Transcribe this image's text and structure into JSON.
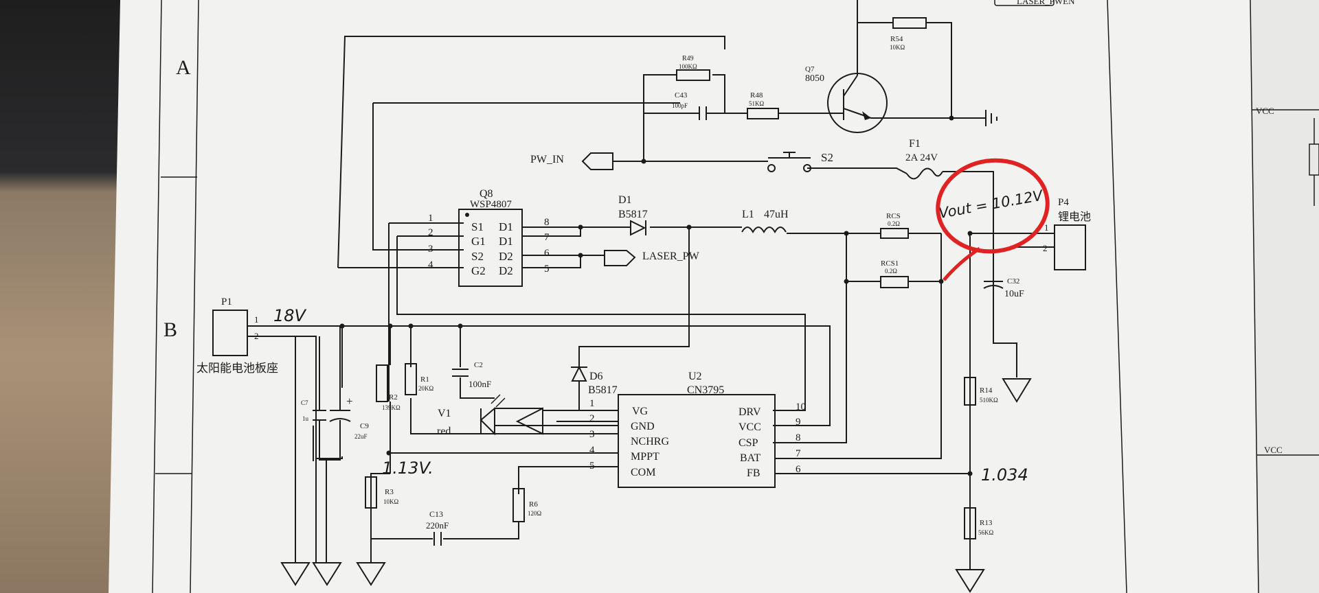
{
  "border": {
    "row_a": "A",
    "row_b": "B"
  },
  "header": {
    "fragment": "LASER_PWEN"
  },
  "right_panel": {
    "vcc_top": "VCC",
    "vcc_bottom": "VCC"
  },
  "components": {
    "q8": {
      "ref": "Q8",
      "part": "WSP4807",
      "pins_left": [
        "1",
        "2",
        "3",
        "4"
      ],
      "pins_right": [
        "8",
        "7",
        "6",
        "5"
      ],
      "labels_left": [
        "S1",
        "G1",
        "S2",
        "G2"
      ],
      "labels_right": [
        "D1",
        "D1",
        "D2",
        "D2"
      ]
    },
    "d1": {
      "ref": "D1",
      "part": "B5817"
    },
    "l1": {
      "ref": "L1",
      "value": "47uH"
    },
    "rcs": {
      "ref": "RCS",
      "value": "0.2Ω"
    },
    "rcs1": {
      "ref": "RCS1",
      "value": "0.2Ω"
    },
    "f1": {
      "ref": "F1",
      "value": "2A 24V"
    },
    "s2": {
      "ref": "S2"
    },
    "p4": {
      "ref": "P4",
      "name": "锂电池",
      "pin1": "1",
      "pin2": "2"
    },
    "c32": {
      "ref": "C32",
      "value": "10uF"
    },
    "r14": {
      "ref": "R14",
      "value": "510KΩ"
    },
    "r13": {
      "ref": "R13",
      "value": "56KΩ"
    },
    "r49": {
      "ref": "R49",
      "value": "100KΩ"
    },
    "c43": {
      "ref": "C43",
      "value": "100pF"
    },
    "r48": {
      "ref": "R48",
      "value": "51KΩ"
    },
    "q7": {
      "ref": "Q7",
      "part": "8050"
    },
    "r54": {
      "ref": "R54",
      "value": "10KΩ"
    },
    "p1": {
      "ref": "P1",
      "name": "太阳能电池板座",
      "pin1": "1",
      "pin2": "2"
    },
    "c7": {
      "ref": "C7",
      "value": "1u"
    },
    "c9": {
      "ref": "C9",
      "value": "22uF",
      "polarity": "+"
    },
    "r2": {
      "ref": "R2",
      "value": "139KΩ"
    },
    "r1": {
      "ref": "R1",
      "value": "20KΩ"
    },
    "c2": {
      "ref": "C2",
      "value": "100nF"
    },
    "v1": {
      "ref": "V1",
      "color": "red"
    },
    "d6": {
      "ref": "D6",
      "part": "B5817"
    },
    "u2": {
      "ref": "U2",
      "part": "CN3795",
      "pins_left": [
        "VG",
        "GND",
        "NCHRG",
        "MPPT",
        "COM"
      ],
      "pinnums_left": [
        "1",
        "2",
        "3",
        "4",
        "5"
      ],
      "pins_right": [
        "DRV",
        "VCC",
        "CSP",
        "BAT",
        "FB"
      ],
      "pinnums_right": [
        "10",
        "9",
        "8",
        "7",
        "6"
      ]
    },
    "r3": {
      "ref": "R3",
      "value": "10KΩ"
    },
    "c13": {
      "ref": "C13",
      "value": "220nF"
    },
    "r6": {
      "ref": "R6",
      "value": "120Ω"
    }
  },
  "nets": {
    "pw_in": "PW_IN",
    "laser_pw": "LASER_PW"
  },
  "handwritten": {
    "vin": "18V",
    "mppt": "1.13V.",
    "fb": "1.034",
    "vout": "Vout = 10.12V"
  }
}
